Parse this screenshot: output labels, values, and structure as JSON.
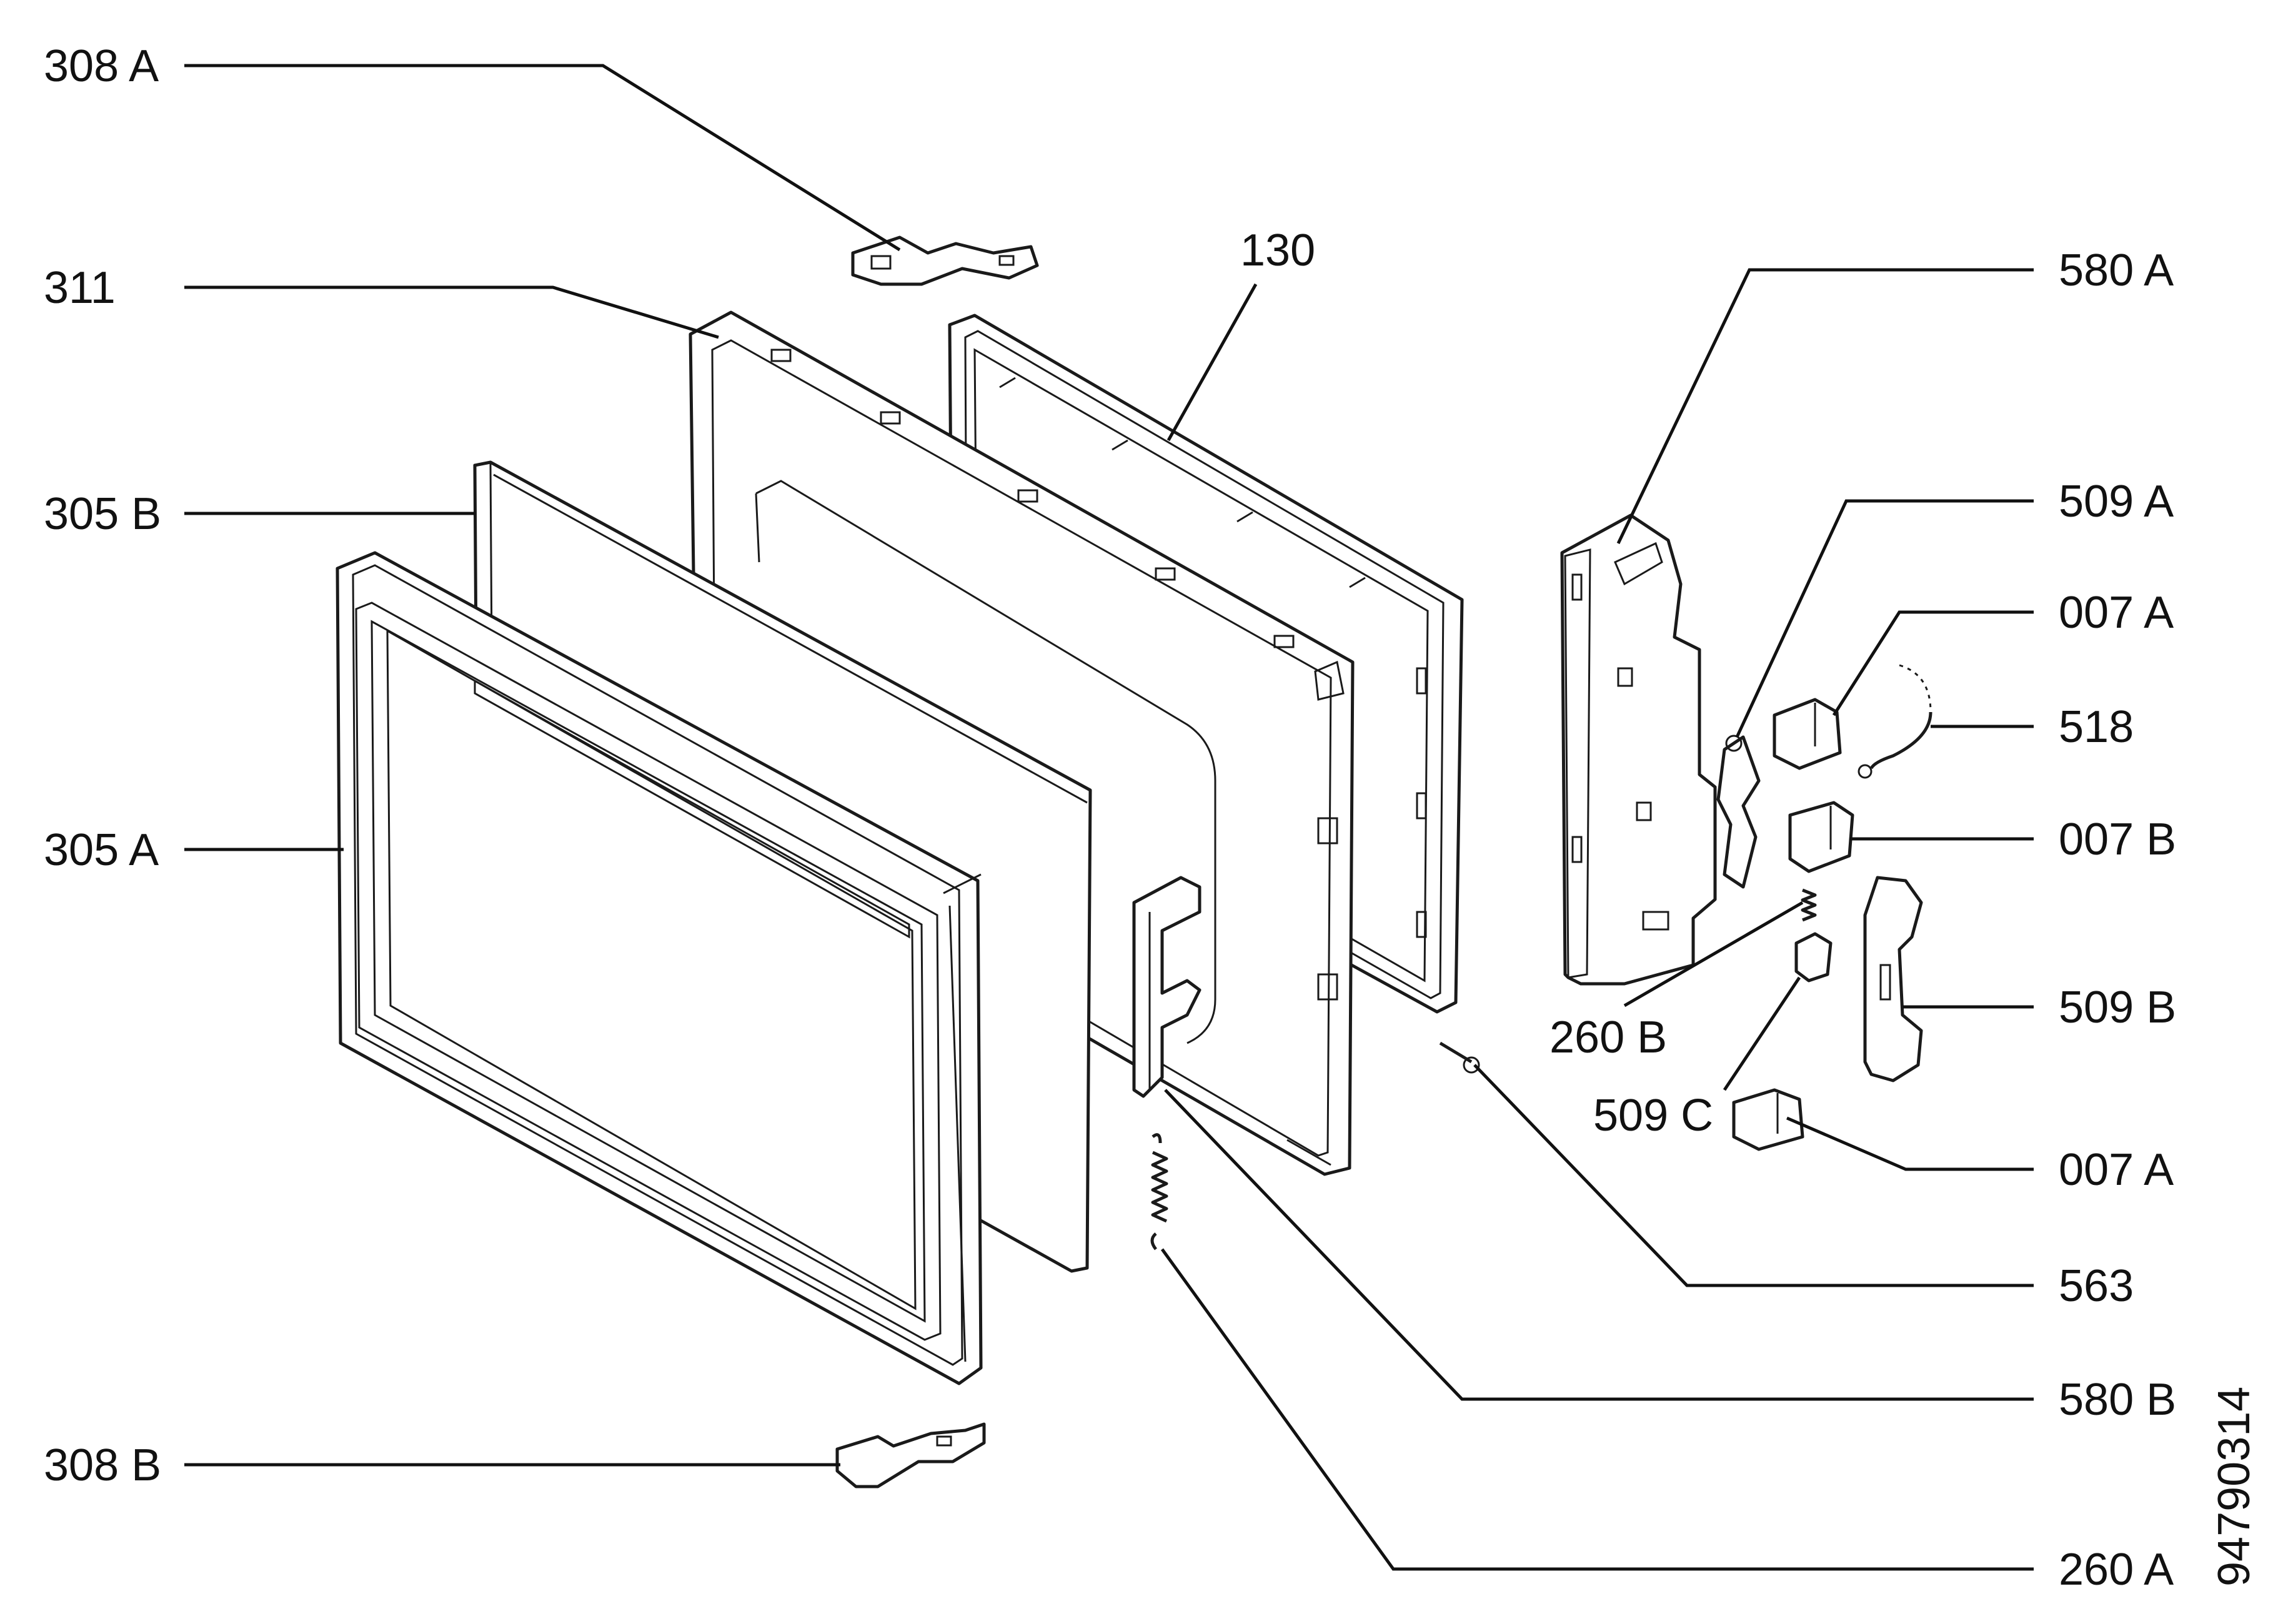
{
  "callouts": {
    "308a": "308 A",
    "311": "311",
    "305b": "305 B",
    "305a": "305 A",
    "308b": "308 B",
    "130": "130",
    "580a": "580 A",
    "509a": "509 A",
    "007a_top": "007 A",
    "518": "518",
    "007b": "007 B",
    "509b": "509 B",
    "260b": "260 B",
    "509c": "509 C",
    "007a_bottom": "007 A",
    "563": "563",
    "580b": "580 B",
    "260a": "260 A"
  },
  "drawing_number": "94790314"
}
